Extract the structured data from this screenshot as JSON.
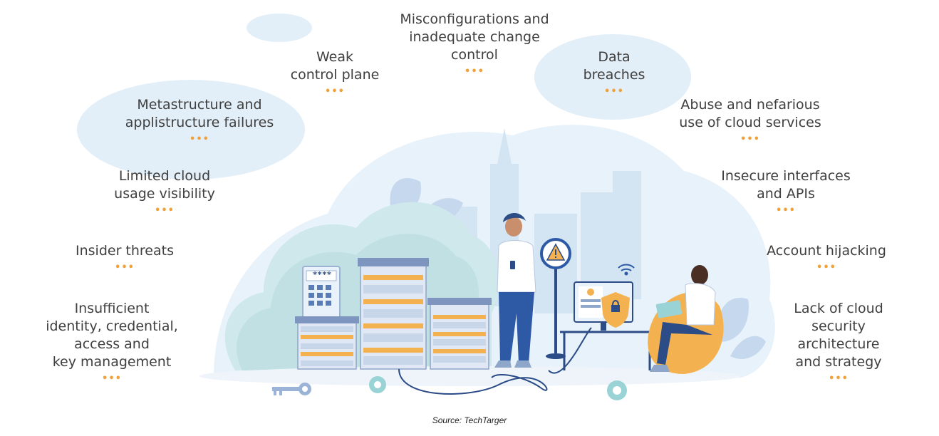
{
  "labels": [
    {
      "id": "misconfig",
      "lines": [
        "Misconfigurations and",
        "inadequate change",
        "control"
      ],
      "dots": "•••"
    },
    {
      "id": "weak-control",
      "lines": [
        "Weak",
        "control plane"
      ],
      "dots": "•••"
    },
    {
      "id": "data-breaches",
      "lines": [
        "Data",
        "breaches"
      ],
      "dots": "•••"
    },
    {
      "id": "metastructure",
      "lines": [
        "Metastructure and",
        "applistructure failures"
      ],
      "dots": "•••"
    },
    {
      "id": "abuse",
      "lines": [
        "Abuse and nefarious",
        "use of cloud services"
      ],
      "dots": "•••"
    },
    {
      "id": "limited-visibility",
      "lines": [
        "Limited cloud",
        "usage visibility"
      ],
      "dots": "•••"
    },
    {
      "id": "insecure-interfaces",
      "lines": [
        "Insecure interfaces",
        "and APIs"
      ],
      "dots": "•••"
    },
    {
      "id": "insider",
      "lines": [
        "Insider threats"
      ],
      "dots": "•••"
    },
    {
      "id": "account-hijacking",
      "lines": [
        "Account hijacking"
      ],
      "dots": "•••"
    },
    {
      "id": "insufficient-identity",
      "lines": [
        "Insufficient",
        "identity, credential,",
        "access and",
        "key management"
      ],
      "dots": "•••"
    },
    {
      "id": "lack-architecture",
      "lines": [
        "Lack of cloud",
        "security",
        "architecture",
        "and strategy"
      ],
      "dots": "•••"
    }
  ],
  "password_display": "****",
  "source": "Source: TechTarger",
  "colors": {
    "accent": "#f0a23a",
    "text": "#3f3f3f",
    "cloud": "#d6e9f5",
    "server": "#8ea6c9",
    "teal": "#b9dde0",
    "navy": "#2b4c86",
    "warning": "#2e5aa5"
  }
}
